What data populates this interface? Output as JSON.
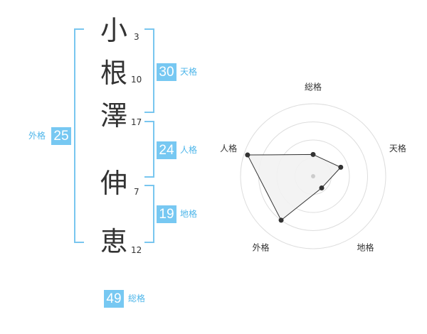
{
  "name": {
    "chars": [
      {
        "char": "小",
        "strokes": "3"
      },
      {
        "char": "根",
        "strokes": "10"
      },
      {
        "char": "澤",
        "strokes": "17"
      },
      {
        "char": "伸",
        "strokes": "7"
      },
      {
        "char": "恵",
        "strokes": "12"
      }
    ]
  },
  "scores": {
    "tenkaku": {
      "label": "天格",
      "value": "30"
    },
    "jinkaku": {
      "label": "人格",
      "value": "24"
    },
    "chikaku": {
      "label": "地格",
      "value": "19"
    },
    "gaikaku": {
      "label": "外格",
      "value": "25"
    },
    "soukaku": {
      "label": "総格",
      "value": "49"
    }
  },
  "colors": {
    "accent": "#77c8f2",
    "accent_text": "#4eb6ea",
    "bracket": "#79c6ef",
    "text": "#333333"
  },
  "chart_data": {
    "type": "radar",
    "axes": [
      "総格",
      "天格",
      "地格",
      "外格",
      "人格"
    ],
    "values": [
      0.3,
      0.4,
      0.2,
      0.75,
      0.95
    ],
    "range": [
      0,
      1
    ],
    "rings": 4
  }
}
